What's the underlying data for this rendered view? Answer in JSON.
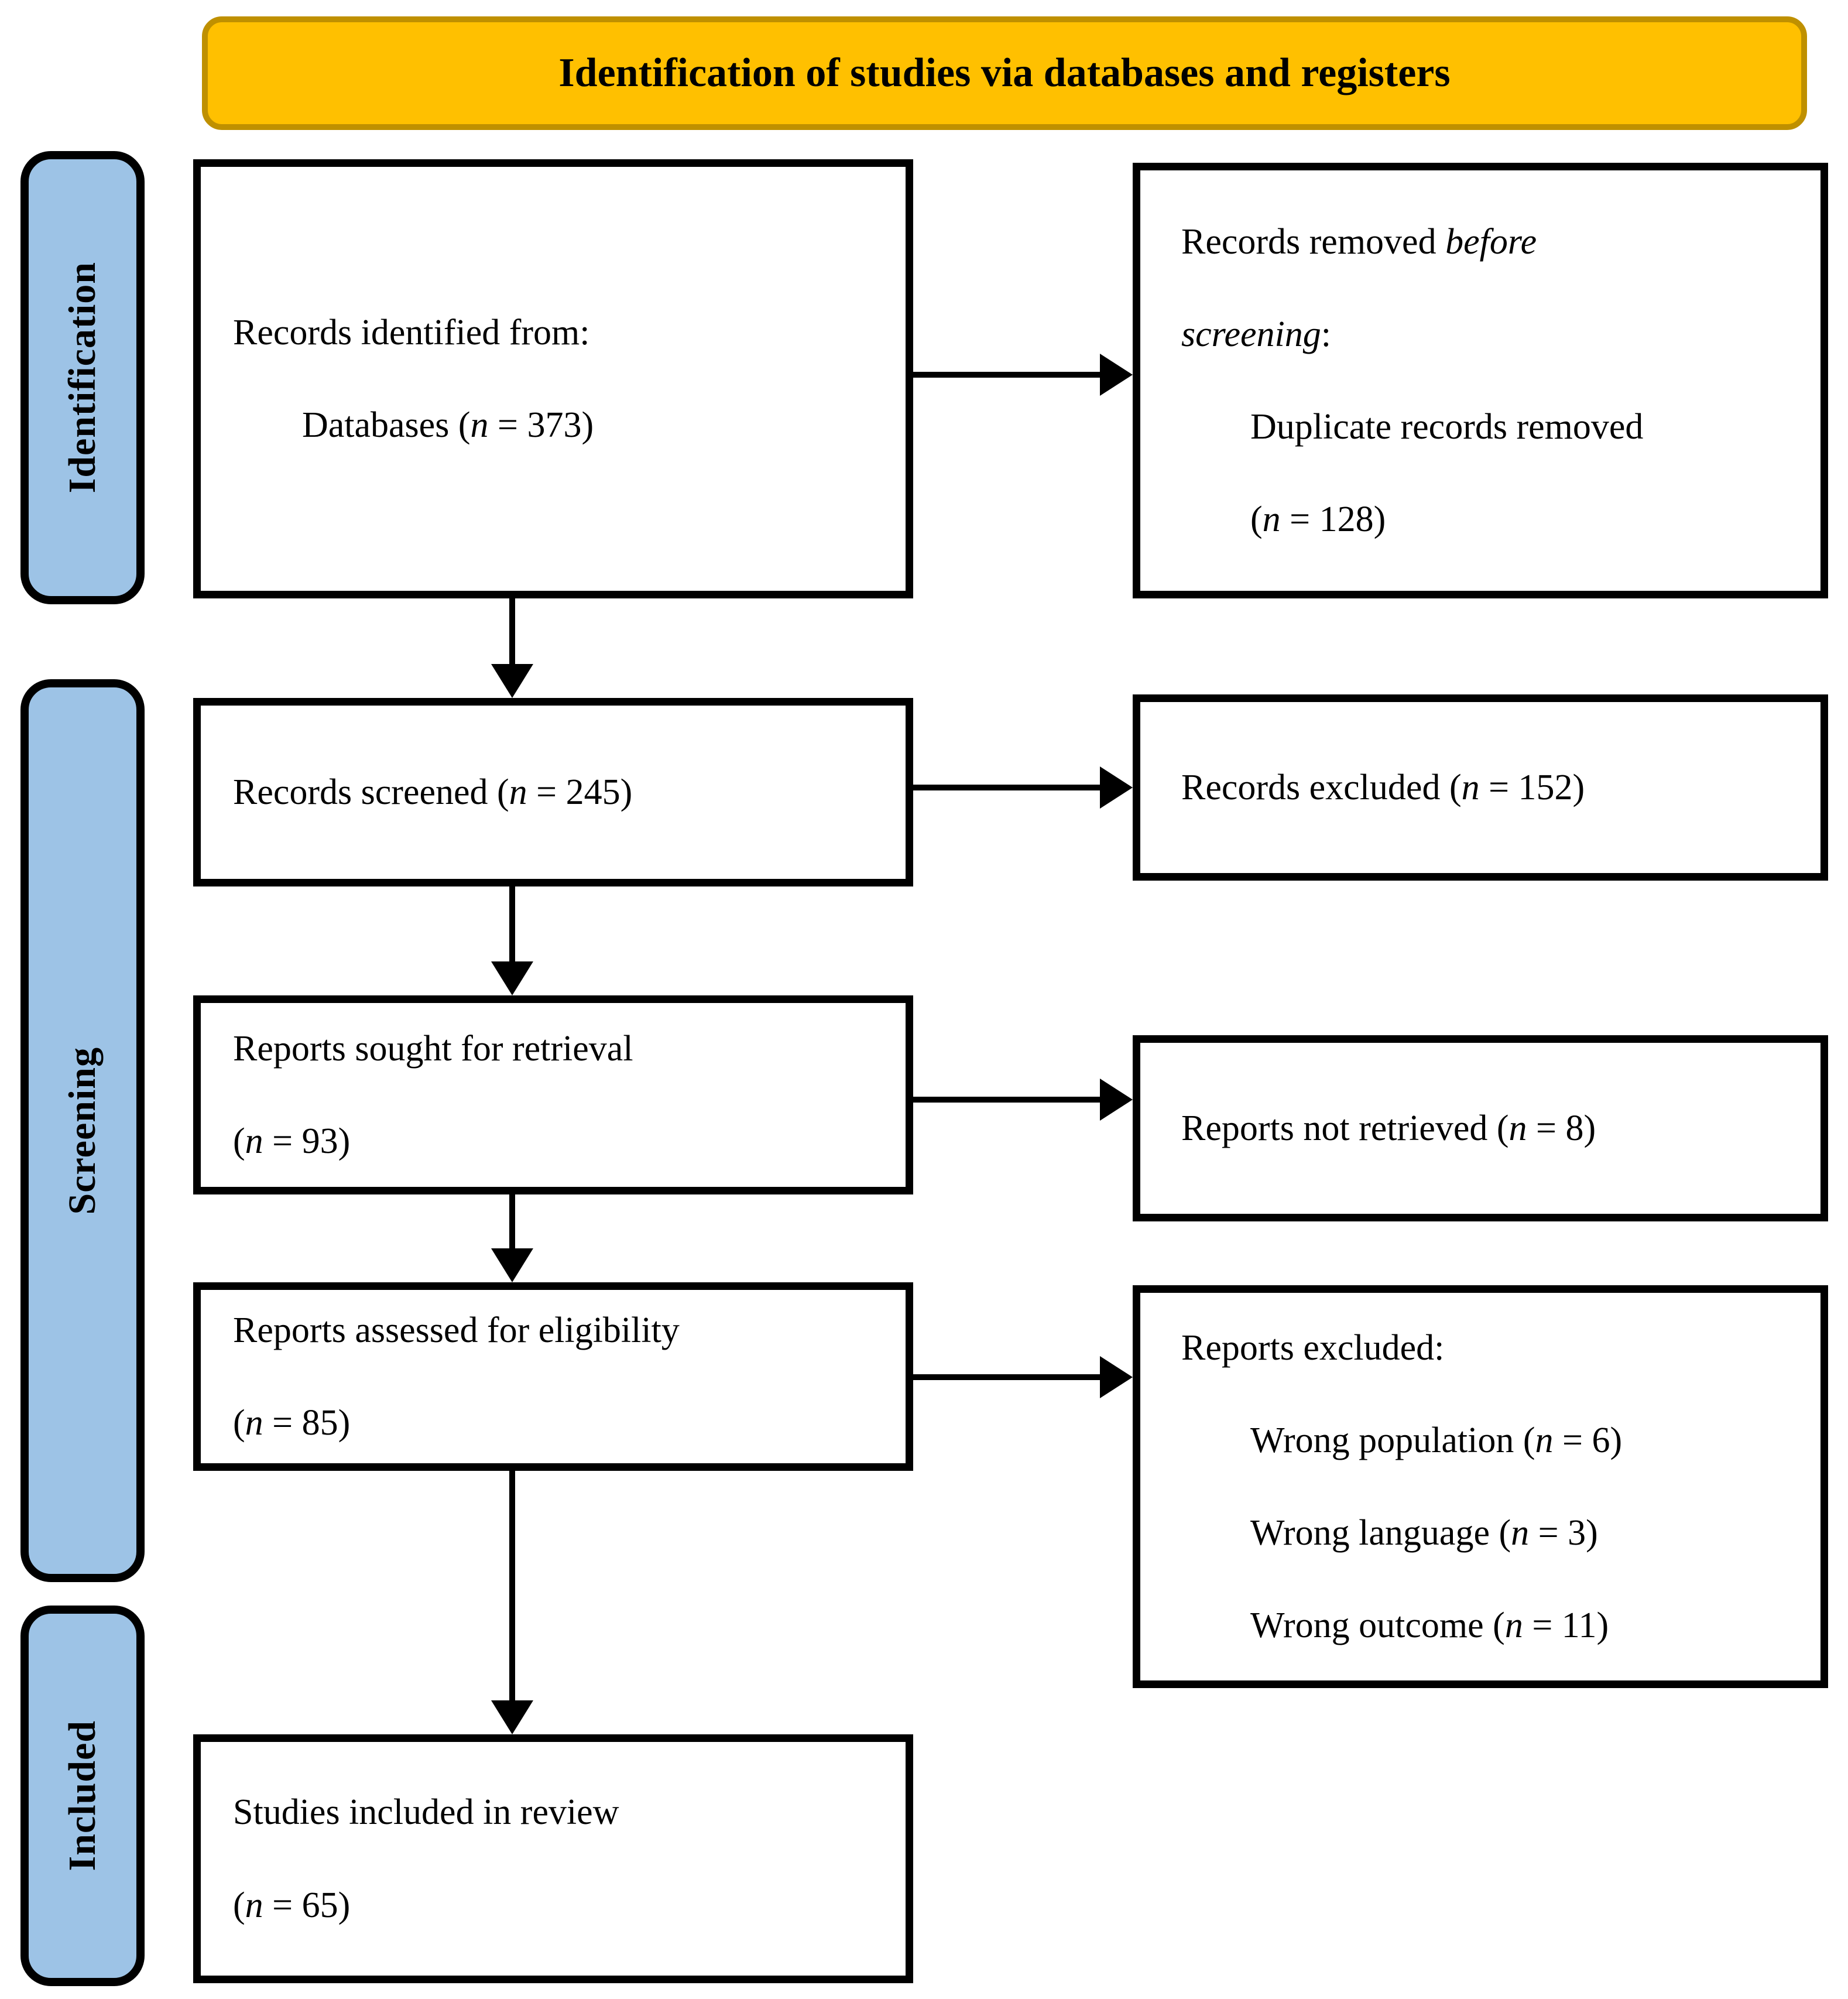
{
  "banner": {
    "title": "Identification of studies via databases and registers"
  },
  "sidebar": {
    "identification": "Identification",
    "screening": "Screening",
    "included": "Included"
  },
  "colors": {
    "banner_fill": "#FFC000",
    "banner_border": "#BF9000",
    "sidebar_fill": "#9DC3E6",
    "box_border": "#000000",
    "box_fill": "#FFFFFF"
  },
  "boxes": {
    "identified": {
      "line1": "Records identified from:",
      "line2_pre": "Databases (",
      "line2_n": "n",
      "line2_post": " = 373)"
    },
    "removed": {
      "line1_pre": "Records removed ",
      "line1_italic": "before",
      "line2_italic": "screening",
      "line2_post": ":",
      "line3": "Duplicate records removed",
      "line4_pre": "(",
      "line4_n": "n",
      "line4_post": " = 128)"
    },
    "screened": {
      "line_pre": "Records screened (",
      "n": "n",
      "line_post": " = 245)"
    },
    "records_excluded": {
      "line_pre": "Records excluded (",
      "n": "n",
      "line_post": " = 152)"
    },
    "sought": {
      "line1": "Reports sought for retrieval",
      "line2_pre": "(",
      "n": "n",
      "line2_post": " = 93)"
    },
    "not_retrieved": {
      "line_pre": "Reports not retrieved (",
      "n": "n",
      "line_post": " = 8)"
    },
    "assessed": {
      "line1": "Reports assessed for eligibility",
      "line2_pre": "(",
      "n": "n",
      "line2_post": " = 85)"
    },
    "reports_excluded": {
      "line1": "Reports excluded:",
      "items": [
        {
          "pre": "Wrong population (",
          "n": "n",
          "post": " = 6)"
        },
        {
          "pre": "Wrong language (",
          "n": "n",
          "post": " = 3)"
        },
        {
          "pre": "Wrong outcome (",
          "n": "n",
          "post": " = 11)"
        }
      ]
    },
    "included_studies": {
      "line1": "Studies included in review",
      "line2_pre": "(",
      "n": "n",
      "line2_post": " = 65)"
    }
  }
}
